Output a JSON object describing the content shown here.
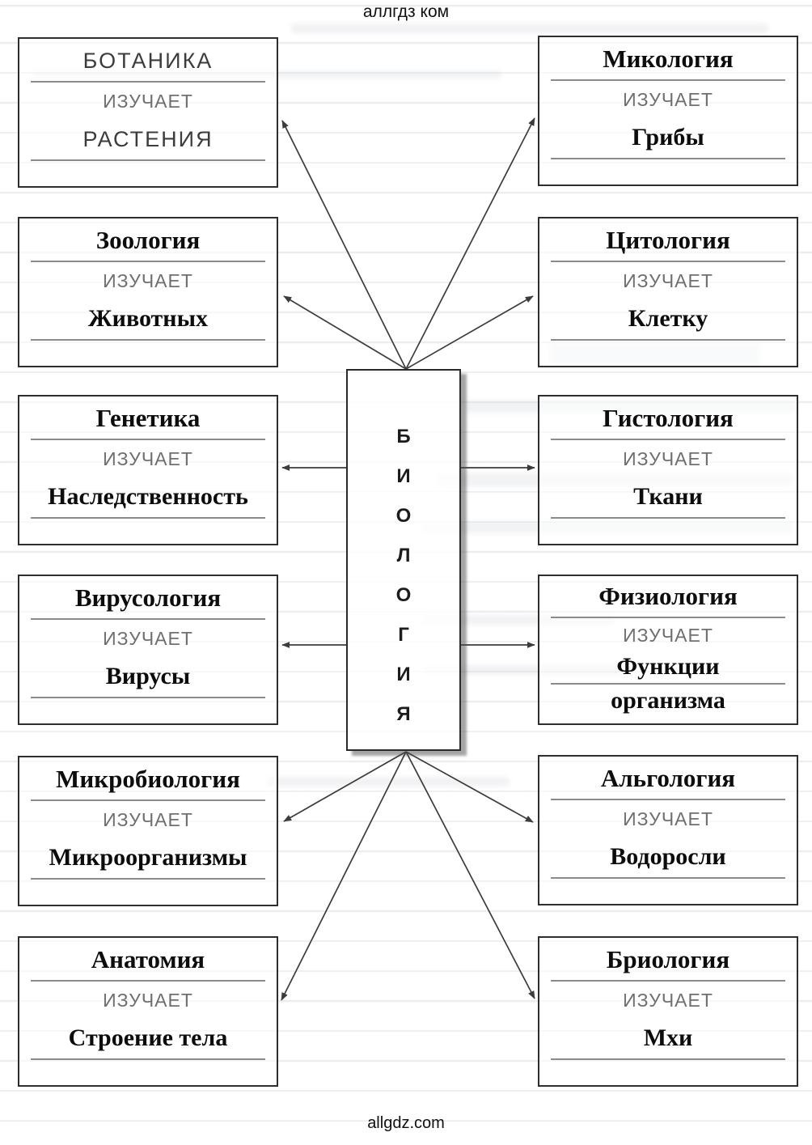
{
  "page": {
    "header_watermark": "аллгдз ком",
    "footer_watermark": "allgdz.com"
  },
  "center": {
    "word": "БИОЛОГИЯ",
    "letters": [
      "Б",
      "И",
      "О",
      "Л",
      "О",
      "Г",
      "И",
      "Я"
    ]
  },
  "left_boxes": [
    {
      "title": "БОТАНИКА",
      "verb": "ИЗУЧАЕТ",
      "answer": "РАСТЕНИЯ"
    },
    {
      "title": "Зоология",
      "verb": "ИЗУЧАЕТ",
      "answer": "Животных"
    },
    {
      "title": "Генетика",
      "verb": "ИЗУЧАЕТ",
      "answer": "Наследственность"
    },
    {
      "title": "Вирусология",
      "verb": "ИЗУЧАЕТ",
      "answer": "Вирусы"
    },
    {
      "title": "Микробиология",
      "verb": "ИЗУЧАЕТ",
      "answer": "Микроорганизмы"
    },
    {
      "title": "Анатомия",
      "verb": "ИЗУЧАЕТ",
      "answer": "Строение тела"
    }
  ],
  "right_boxes": [
    {
      "title": "Микология",
      "verb": "ИЗУЧАЕТ",
      "answer": "Грибы"
    },
    {
      "title": "Цитология",
      "verb": "ИЗУЧАЕТ",
      "answer": "Клетку"
    },
    {
      "title": "Гистология",
      "verb": "ИЗУЧАЕТ",
      "answer": "Ткани"
    },
    {
      "title": "Физиология",
      "verb": "ИЗУЧАЕТ",
      "answer": "Функции",
      "answer2": "организма"
    },
    {
      "title": "Альгология",
      "verb": "ИЗУЧАЕТ",
      "answer": "Водоросли"
    },
    {
      "title": "Бриология",
      "verb": "ИЗУЧАЕТ",
      "answer": "Мхи"
    }
  ],
  "colors": {
    "box_border": "#2e2e2e",
    "arrow": "#3c3c3c",
    "rule_line": "#8b8b8b",
    "verb_text": "#6f6f6f",
    "answer_text": "#0c0c0c",
    "printed_text": "#3c3c3c"
  }
}
